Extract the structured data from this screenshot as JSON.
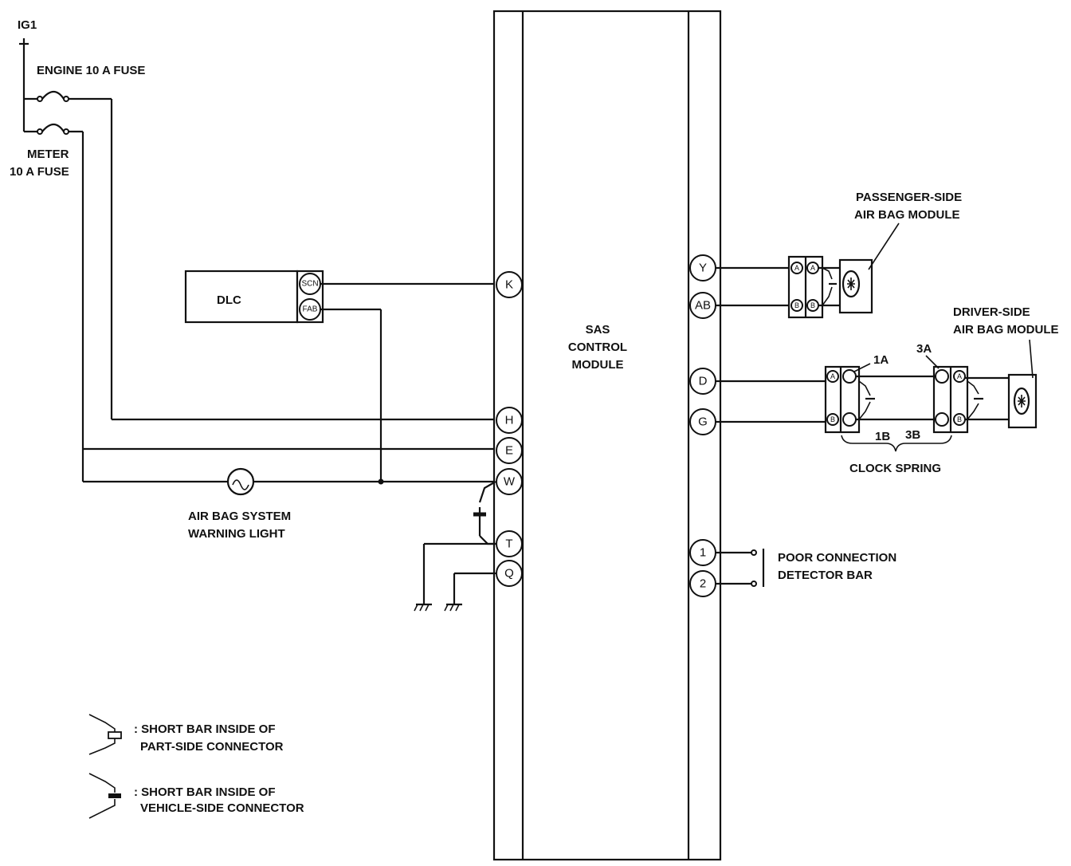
{
  "labels": {
    "ig1": "IG1",
    "engine_fuse": "ENGINE 10 A FUSE",
    "meter_fuse_line1": "METER",
    "meter_fuse_line2": "10 A FUSE",
    "dlc": "DLC",
    "dlc_scn": "SCN",
    "dlc_fab": "FAB",
    "warning_light_line1": "AIR BAG SYSTEM",
    "warning_light_line2": "WARNING LIGHT",
    "module_line1": "SAS",
    "module_line2": "CONTROL",
    "module_line3": "MODULE",
    "passenger_line1": "PASSENGER-SIDE",
    "passenger_line2": "AIR BAG MODULE",
    "driver_line1": "DRIVER-SIDE",
    "driver_line2": "AIR BAG MODULE",
    "clock_spring": "CLOCK SPRING",
    "cs_1a": "1A",
    "cs_1b": "1B",
    "cs_3a": "3A",
    "cs_3b": "3B",
    "poor_conn_line1": "POOR CONNECTION",
    "poor_conn_line2": "DETECTOR BAR",
    "conn_a": "A",
    "conn_b": "B"
  },
  "pins_left": [
    "K",
    "H",
    "E",
    "W",
    "T",
    "Q"
  ],
  "pins_right": [
    "Y",
    "AB",
    "D",
    "G",
    "1",
    "2"
  ],
  "legend": [
    {
      "line1": ": SHORT BAR INSIDE OF",
      "line2": "PART-SIDE CONNECTOR"
    },
    {
      "line1": ": SHORT BAR INSIDE OF",
      "line2": "VEHICLE-SIDE CONNECTOR"
    }
  ]
}
